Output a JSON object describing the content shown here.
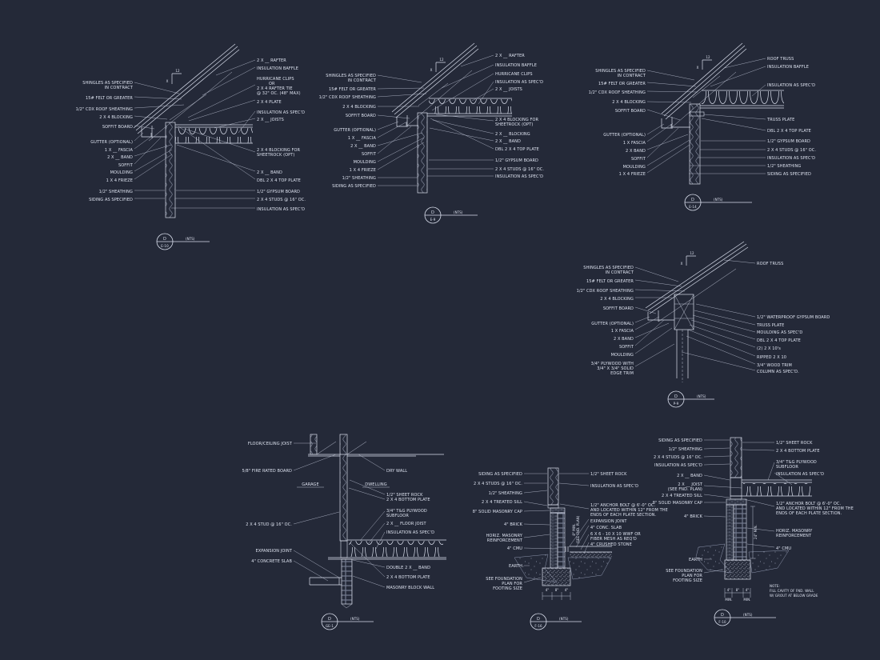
{
  "sheet": {
    "background": "#242938",
    "ink": "#dde2ef",
    "bubble_letter": "D",
    "scale_note": "(NTS)"
  },
  "details": [
    {
      "id": "E-10",
      "letter": "D",
      "scale": "(NTS)",
      "pitch_rise": "12",
      "pitch_run": "X",
      "left": [
        "SHINGLES AS SPECIFIED",
        "IN CONTRACT",
        "15# FELT OR GREATER",
        "1/2\" CDX ROOF SHEATHING",
        "2 X 4 BLOCKING",
        "SOFFIT BOARD",
        "GUTTER (OPTIONAL)",
        "1 X __ FASCIA",
        "2 X __ BAND",
        "SOFFIT",
        "MOULDING",
        "1 X 4 FRIEZE",
        "1/2\" SHEATHING",
        "SIDING AS SPECIFIED"
      ],
      "right": [
        "2 X __ RAFTER",
        "INSULATION BAFFLE",
        "HURRICANE CLIPS",
        "OR",
        "2 X 4 RAFTER TIE",
        "@ 32\" OC. (48\" MAX)",
        "2 X 4 PLATE",
        "INSULATION AS SPEC'D",
        "2 X __ JOISTS",
        "2 X 4 BLOCKING FOR",
        "SHEETROCK (OPT)",
        "2 X __ BAND",
        "DBL 2 X 4 TOP PLATE",
        "1/2\" GYPSUM BOARD",
        "2 X 4 STUDS @ 16\" OC.",
        "INSULATION AS SPEC'D"
      ]
    },
    {
      "id": "E-9",
      "letter": "D",
      "scale": "(NTS)",
      "pitch_rise": "12",
      "pitch_run": "X",
      "left": [
        "SHINGLES AS SPECIFIED",
        "IN CONTRACT",
        "15# FELT OR GREATER",
        "1/2\" CDX ROOF SHEATHING",
        "2 X 4 BLOCKING",
        "SOFFIT BOARD",
        "GUTTER (OPTIONAL)",
        "1 X __ FASCIA",
        "2 X __ BAND",
        "SOFFIT",
        "MOULDING",
        "1 X 4 FRIEZE",
        "1/2\" SHEATHING",
        "SIDING AS SPECIFIED"
      ],
      "right": [
        "2 X __ RAFTER",
        "INSULATION BAFFLE",
        "HURRICANE CLIPS",
        "INSULATION AS SPEC'D",
        "2 X __ JOISTS",
        "2 X 4 BLOCKING FOR",
        "SHEETROCK (OPT)",
        "2 X __ BLOCKING",
        "2 X __ BAND",
        "DBL 2 X 4 TOP PLATE",
        "1/2\" GYPSUM BOARD",
        "2 X 4 STUDS @ 16\" OC.",
        "INSULATION AS SPEC'D"
      ]
    },
    {
      "id": "E-14",
      "letter": "D",
      "scale": "(NTS)",
      "pitch_rise": "12",
      "pitch_run": "X",
      "left": [
        "SHINGLES AS SPECIFIED",
        "IN CONTRACT",
        "15# FELT OR GREATER",
        "1/2\" CDX ROOF SHEATHING",
        "2 X 4 BLOCKING",
        "SOFFIT BOARD",
        "GUTTER (OPTIONAL)",
        "1 X   FASCIA",
        "2 X   BAND",
        "SOFFIT",
        "MOULDING",
        "1 X 4 FRIEZE"
      ],
      "right": [
        "ROOF TRUSS",
        "INSULATION BAFFLE",
        "INSULATION AS SPEC'D",
        "TRUSS PLATE",
        "DBL 2 X 4 TOP PLATE",
        "1/2\" GYPSUM BOARD",
        "2 X 4 STUDS @ 16\" OC.",
        "INSULATION AS SPEC'D",
        "1/2\" SHEATHING",
        "SIDING AS SPECIFIED"
      ]
    },
    {
      "id": "P-9",
      "letter": "D",
      "scale": "(NTS)",
      "pitch_rise": "12",
      "pitch_run": "X",
      "left": [
        "SHINGLES AS SPECIFIED",
        "IN CONTRACT",
        "15# FELT OR GREATER",
        "1/2\" CDX ROOF SHEATHING",
        "2 X 4 BLOCKING",
        "SOFFIT BOARD",
        "GUTTER (OPTIONAL)",
        "1 X   FASCIA",
        "2 X   BAND",
        "SOFFIT",
        "MOULDING",
        "3/4\" PLYWOOD WITH",
        "3/4\" X 3/4\" SOLID",
        "EDGE TRIM"
      ],
      "right": [
        "ROOF TRUSS",
        "1/2\" WATERPROOF GYPSUM BOARD",
        "TRUSS PLATE",
        "MOULDING AS SPEC'D",
        "DBL 2 X 4 TOP PLATE",
        "(2) 2 X 10's",
        "RIPPED 2 X 10",
        "3/4\" WOOD TRIM",
        "COLUMN AS SPEC'D."
      ]
    },
    {
      "id": "GE-1",
      "letter": "D",
      "scale": "(NTS)",
      "area_left": "GARAGE",
      "area_right": "DWELLING",
      "left": [
        "FLOOR/CEILING JOIST",
        "5/8\" FIRE RATED BOARD",
        "2 X 4 STUD @ 16\" OC.",
        "EXPANSION JOINT",
        "4\" CONCRETE SLAB"
      ],
      "right": [
        "DRY WALL",
        "1/2\" SHEET ROCK",
        "2 X 4 BOTTOM PLATE",
        "3/4\" T&G PLYWOOD",
        "SUBFLOOR",
        "2 X __ FLOOR JOIST",
        "INSULATION AS SPEC'D",
        "DOUBLE 2 X __ BAND",
        "2 X 4 BOTTOM PLATE",
        "MASONRY BLOCK WALL"
      ]
    },
    {
      "id": "F-16",
      "letter": "D",
      "scale": "(NTS)",
      "left": [
        "SIDING AS SPECIFIED",
        "2 X 4 STUDS @ 16\" OC.",
        "1/2\" SHEATHING",
        "2 X 4 TREATED SILL",
        "8\" SOLID MASONRY CAP",
        "4\" BRICK",
        "HORIZ. MASONRY",
        "REINFORCEMENT",
        "4\" CMU",
        "EARTH",
        "SEE FOUNDATION",
        "PLAN FOR",
        "FOOTING SIZE"
      ],
      "right": [
        "1/2\" SHEET ROCK",
        "INSULATION AS SPEC'D",
        "1/2\" ANCHOR BOLT @ 6'-0\" OC.",
        "AND LOCATED WITHIN 12\" FROM THE",
        "ENDS OF EACH PLATE SECTION.",
        "EXPANSION JOINT",
        "4\" CONC. SLAB",
        "6 X 6 - 10 X 10 WWF OR",
        "FIBER MESH AS REQ'D",
        "4\" CRUSHED STONE"
      ],
      "vert": [
        "8\" MIN.",
        "(SEE FND. PLAN)"
      ],
      "dims": [
        "4\"",
        "8\"",
        "4\""
      ]
    },
    {
      "id": "F-10",
      "letter": "D",
      "scale": "(NTS)",
      "left": [
        "SIDING AS SPECIFIED",
        "1/2\" SHEATHING",
        "2 X 4 STUDS @ 16\" OC.",
        "INSULATION AS SPEC'D",
        "2 X __ BAND",
        "2 X __ JOIST",
        "(SEE FND. PLAN)",
        "2 X 4 TREATED SILL",
        "8\" SOLID MASONRY CAP",
        "4\" BRICK",
        "EARTH",
        "SEE FOUNDATION",
        "PLAN FOR",
        "FOOTING SIZE"
      ],
      "right": [
        "1/2\" SHEET ROCK",
        "2 X 4 BOTTOM PLATE",
        "3/4\" T&G PLYWOOD",
        "SUBFLOOR",
        "INSULATION AS SPEC'D",
        "1/2\" ANCHOR BOLT @ 6'-0\" OC.",
        "AND LOCATED WITHIN 12\" FROM THE",
        "ENDS OF EACH PLATE SECTION.",
        "HORIZ. MASONRY",
        "REINFORCEMENT",
        "4\" CMU"
      ],
      "note": [
        "NOTE:",
        "FILL CAVITY OF FND. WALL",
        "W/ GROUT AT BELOW GRADE"
      ],
      "vdim": "24\" MIN.",
      "dims": [
        "4\"",
        "8\"",
        "4\"",
        "MIN.",
        "MIN."
      ]
    }
  ]
}
